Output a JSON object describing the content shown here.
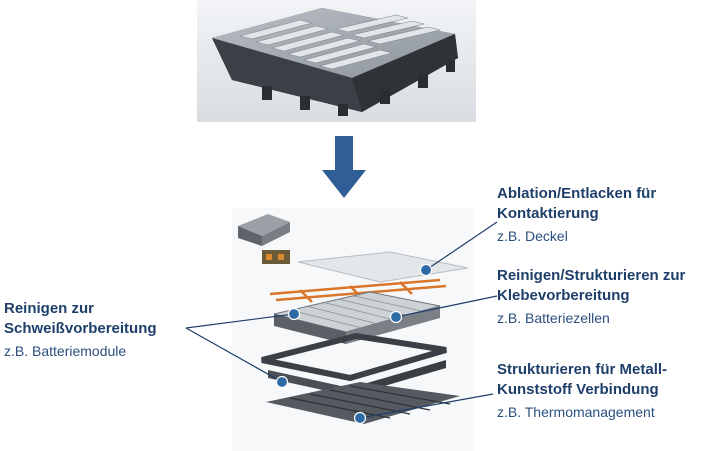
{
  "annotations": {
    "ablation": {
      "title_line1": "Ablation/Entlacken für",
      "title_line2": "Kontaktierung",
      "example": "z.B. Deckel"
    },
    "reinigen_kleb": {
      "title_line1": "Reinigen/Strukturieren zur",
      "title_line2": "Klebevorbereitung",
      "example": "z.B. Batteriezellen"
    },
    "strukturieren": {
      "title_line1": "Strukturieren für Metall-",
      "title_line2": "Kunststoff Verbindung",
      "example": "z.B. Thermomanagement"
    },
    "schweiss": {
      "title_line1": "Reinigen zur",
      "title_line2": "Schweißvorbereitung",
      "example": "z.B. Batteriemodule"
    }
  },
  "colors": {
    "label_text": "#1f3f6b",
    "arrow": "#2f5f94",
    "marker": "#2e6aa6",
    "leader": "#1f3f6b"
  },
  "icons": [
    "battery-pack-photo",
    "exploded-battery-view",
    "down-arrow-icon"
  ]
}
